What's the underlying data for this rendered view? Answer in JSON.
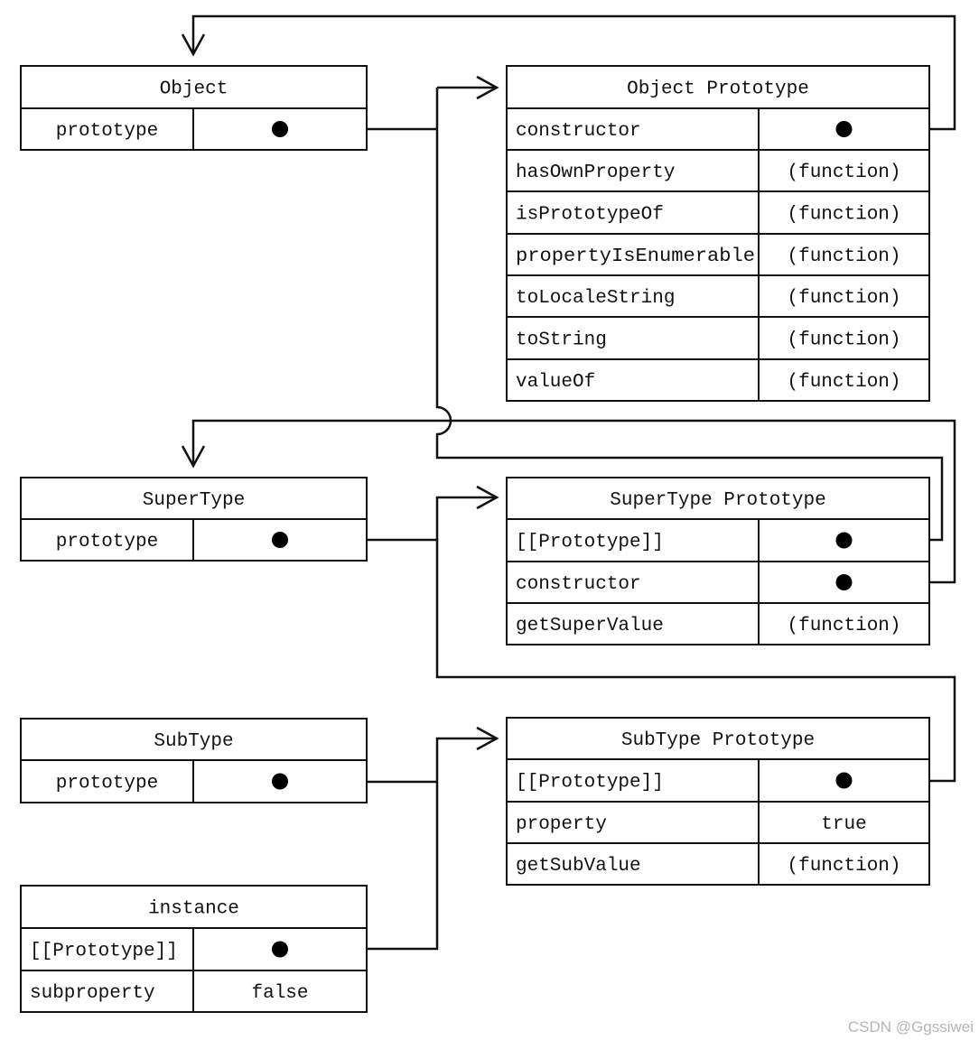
{
  "boxes": [
    {
      "key": "object",
      "title": "Object",
      "rows": [
        {
          "name": "prototype",
          "value": "",
          "pointer": true
        }
      ]
    },
    {
      "key": "object_prototype",
      "title": "Object Prototype",
      "rows": [
        {
          "name": "constructor",
          "value": "",
          "pointer": true
        },
        {
          "name": "hasOwnProperty",
          "value": "(function)",
          "pointer": false
        },
        {
          "name": "isPrototypeOf",
          "value": "(function)",
          "pointer": false
        },
        {
          "name": "propertyIsEnumerable",
          "value": "(function)",
          "pointer": false
        },
        {
          "name": "toLocaleString",
          "value": "(function)",
          "pointer": false
        },
        {
          "name": "toString",
          "value": "(function)",
          "pointer": false
        },
        {
          "name": "valueOf",
          "value": "(function)",
          "pointer": false
        }
      ]
    },
    {
      "key": "supertype",
      "title": "SuperType",
      "rows": [
        {
          "name": "prototype",
          "value": "",
          "pointer": true
        }
      ]
    },
    {
      "key": "supertype_prototype",
      "title": "SuperType Prototype",
      "rows": [
        {
          "name": "[[Prototype]]",
          "value": "",
          "pointer": true
        },
        {
          "name": "constructor",
          "value": "",
          "pointer": true
        },
        {
          "name": "getSuperValue",
          "value": "(function)",
          "pointer": false
        }
      ]
    },
    {
      "key": "subtype",
      "title": "SubType",
      "rows": [
        {
          "name": "prototype",
          "value": "",
          "pointer": true
        }
      ]
    },
    {
      "key": "subtype_prototype",
      "title": "SubType Prototype",
      "rows": [
        {
          "name": "[[Prototype]]",
          "value": "",
          "pointer": true
        },
        {
          "name": "property",
          "value": "true",
          "pointer": false
        },
        {
          "name": "getSubValue",
          "value": "(function)",
          "pointer": false
        }
      ]
    },
    {
      "key": "instance",
      "title": "instance",
      "rows": [
        {
          "name": "[[Prototype]]",
          "value": "",
          "pointer": true
        },
        {
          "name": "subproperty",
          "value": "false",
          "pointer": false
        }
      ]
    }
  ],
  "links": [
    {
      "from": "Object.prototype",
      "to": "Object Prototype"
    },
    {
      "from": "Object Prototype.constructor",
      "to": "Object"
    },
    {
      "from": "SuperType.prototype",
      "to": "SuperType Prototype"
    },
    {
      "from": "SuperType Prototype.[[Prototype]]",
      "to": "Object Prototype"
    },
    {
      "from": "SuperType Prototype.constructor",
      "to": "SuperType"
    },
    {
      "from": "SubType.prototype",
      "to": "SubType Prototype"
    },
    {
      "from": "SubType Prototype.[[Prototype]]",
      "to": "SuperType Prototype"
    },
    {
      "from": "instance.[[Prototype]]",
      "to": "SubType Prototype"
    }
  ],
  "watermark": "CSDN @Ggssiwei"
}
